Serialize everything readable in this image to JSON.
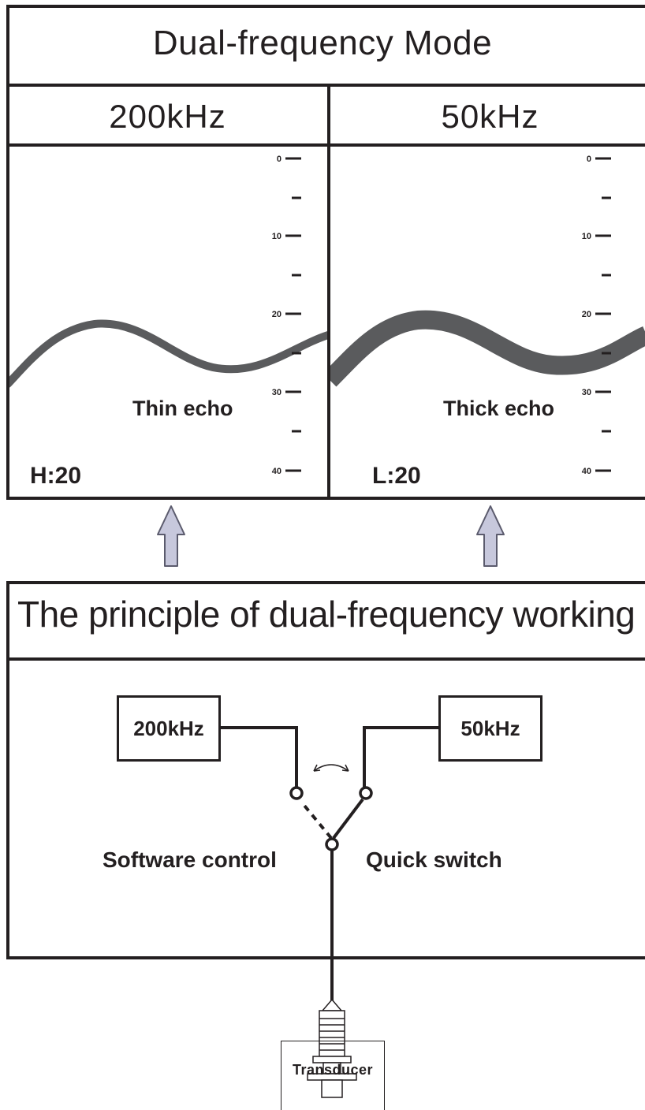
{
  "header": {
    "title": "Dual-frequency Mode"
  },
  "channels": [
    {
      "frequency": "200kHz",
      "echo_label": "Thin echo",
      "gain": "H:20",
      "scale_labels": [
        "0",
        "10",
        "20",
        "30",
        "40"
      ]
    },
    {
      "frequency": "50kHz",
      "echo_label": "Thick echo",
      "gain": "L:20",
      "scale_labels": [
        "0",
        "10",
        "20",
        "30",
        "40"
      ]
    }
  ],
  "principle": {
    "title": "The principle of dual-frequency working",
    "source_high": "200kHz",
    "source_low": "50kHz",
    "left_caption": "Software control",
    "right_caption": "Quick switch"
  },
  "transducer": {
    "label": "Transducer"
  },
  "colors": {
    "line": "#231f20",
    "echo": "#5a5b5d",
    "arrow_fill": "#c7c8dc",
    "arrow_stroke": "#5b5b6d"
  }
}
